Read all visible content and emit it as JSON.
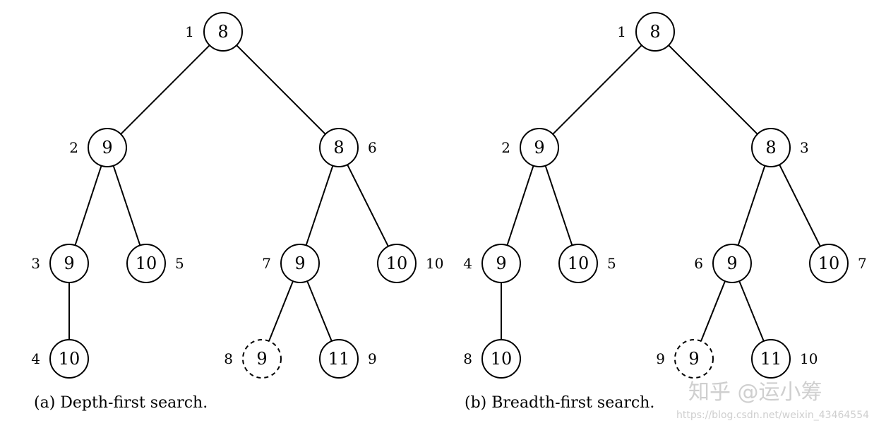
{
  "diagrams": [
    {
      "id": "dfs",
      "caption": "(a) Depth-first search.",
      "nodes": [
        {
          "id": "a1",
          "value": "8",
          "order": "1"
        },
        {
          "id": "a2",
          "value": "9",
          "order": "2"
        },
        {
          "id": "a3",
          "value": "8",
          "order": "6"
        },
        {
          "id": "a4",
          "value": "9",
          "order": "3"
        },
        {
          "id": "a5",
          "value": "10",
          "order": "5"
        },
        {
          "id": "a6",
          "value": "9",
          "order": "7"
        },
        {
          "id": "a7",
          "value": "10",
          "order": "10"
        },
        {
          "id": "a8",
          "value": "10",
          "order": "4"
        },
        {
          "id": "a9",
          "value": "9",
          "order": "8",
          "dashed": true
        },
        {
          "id": "a10",
          "value": "11",
          "order": "9"
        }
      ],
      "edges": [
        [
          "a1",
          "a2"
        ],
        [
          "a1",
          "a3"
        ],
        [
          "a2",
          "a4"
        ],
        [
          "a2",
          "a5"
        ],
        [
          "a3",
          "a6"
        ],
        [
          "a3",
          "a7"
        ],
        [
          "a4",
          "a8"
        ],
        [
          "a6",
          "a9"
        ],
        [
          "a6",
          "a10"
        ]
      ]
    },
    {
      "id": "bfs",
      "caption": "(b) Breadth-first search.",
      "nodes": [
        {
          "id": "b1",
          "value": "8",
          "order": "1"
        },
        {
          "id": "b2",
          "value": "9",
          "order": "2"
        },
        {
          "id": "b3",
          "value": "8",
          "order": "3"
        },
        {
          "id": "b4",
          "value": "9",
          "order": "4"
        },
        {
          "id": "b5",
          "value": "10",
          "order": "5"
        },
        {
          "id": "b6",
          "value": "9",
          "order": "6"
        },
        {
          "id": "b7",
          "value": "10",
          "order": "7"
        },
        {
          "id": "b8",
          "value": "10",
          "order": "8"
        },
        {
          "id": "b9",
          "value": "9",
          "order": "9",
          "dashed": true
        },
        {
          "id": "b10",
          "value": "11",
          "order": "10"
        }
      ],
      "edges": [
        [
          "b1",
          "b2"
        ],
        [
          "b1",
          "b3"
        ],
        [
          "b2",
          "b4"
        ],
        [
          "b2",
          "b5"
        ],
        [
          "b3",
          "b6"
        ],
        [
          "b3",
          "b7"
        ],
        [
          "b4",
          "b8"
        ],
        [
          "b6",
          "b9"
        ],
        [
          "b6",
          "b10"
        ]
      ]
    }
  ],
  "watermark": {
    "text": "知乎 @运小筹",
    "url": "https://blog.csdn.net/weixin_43464554"
  }
}
